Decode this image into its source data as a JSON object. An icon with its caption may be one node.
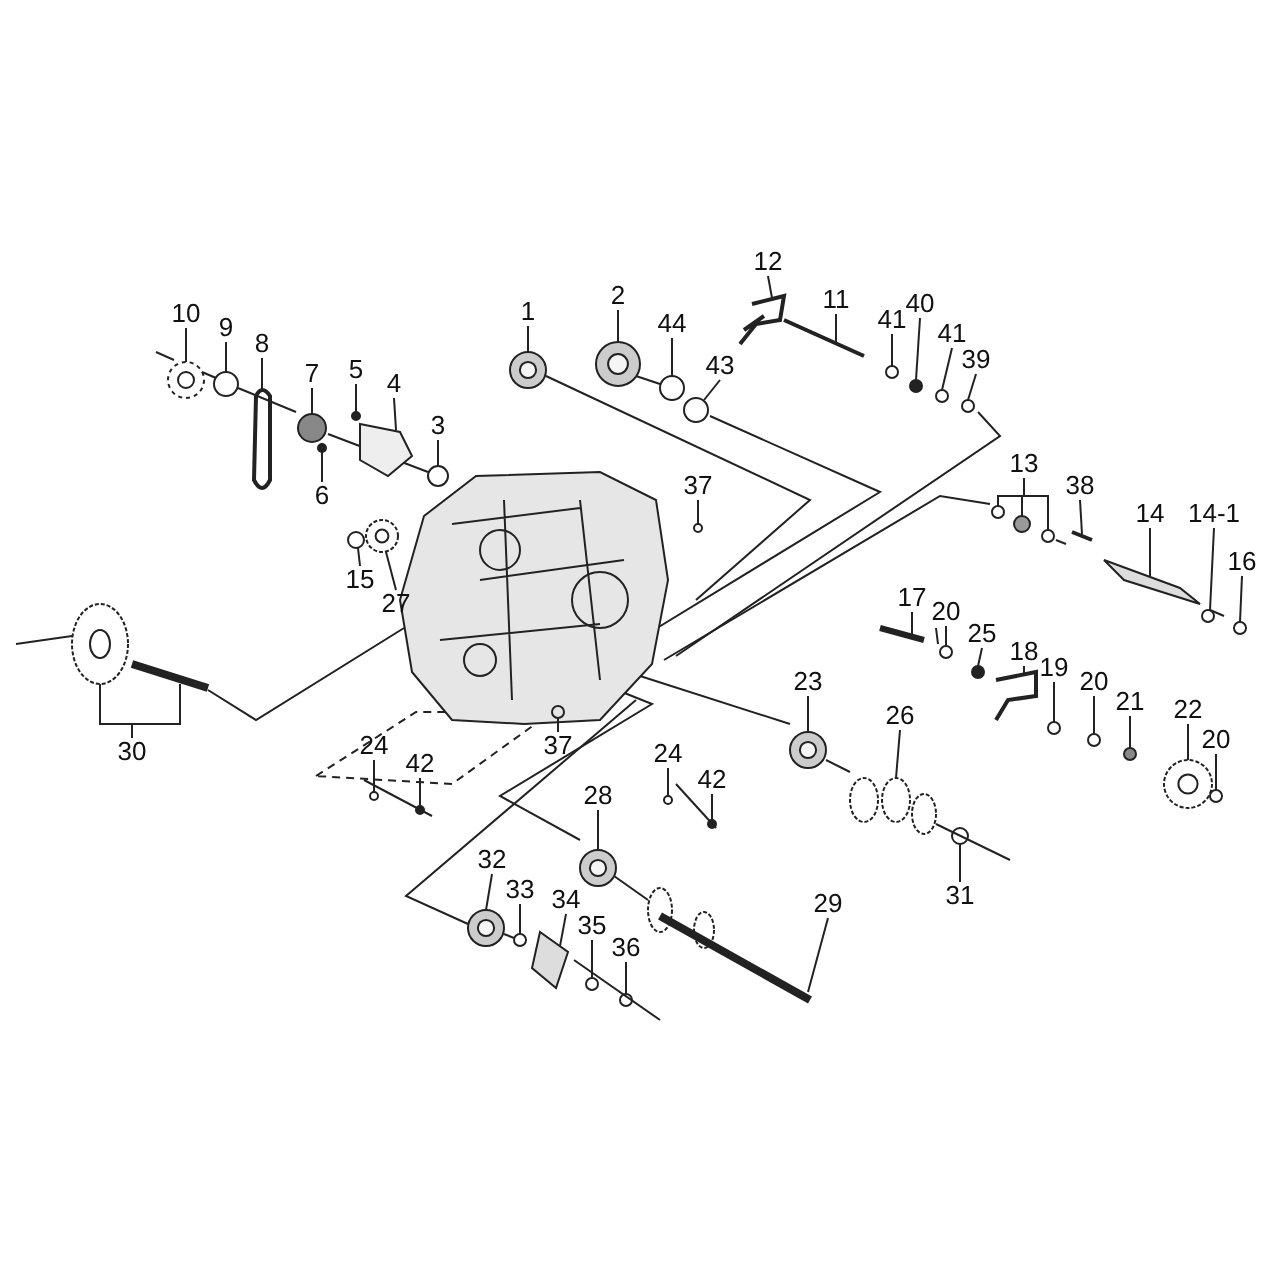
{
  "diagram": {
    "nodes": [
      {
        "text": [
          "10"
        ]
      },
      {
        "text": [
          "9"
        ]
      },
      {
        "text": [
          "8"
        ]
      },
      {
        "text": [
          "7"
        ]
      },
      {
        "text": [
          "5"
        ]
      },
      {
        "text": [
          "4"
        ]
      },
      {
        "text": [
          "6"
        ]
      },
      {
        "text": [
          "3"
        ]
      },
      {
        "text": [
          "1"
        ]
      },
      {
        "text": [
          "2"
        ]
      },
      {
        "text": [
          "44"
        ]
      },
      {
        "text": [
          "43"
        ]
      },
      {
        "text": [
          "12"
        ]
      },
      {
        "text": [
          "11"
        ]
      },
      {
        "text": [
          "41"
        ]
      },
      {
        "text": [
          "40"
        ]
      },
      {
        "text": [
          "41"
        ]
      },
      {
        "text": [
          "39"
        ]
      },
      {
        "text": [
          "37"
        ]
      },
      {
        "text": [
          "13"
        ]
      },
      {
        "text": [
          "38"
        ]
      },
      {
        "text": [
          "14"
        ]
      },
      {
        "text": [
          "14-1"
        ]
      },
      {
        "text": [
          "16"
        ]
      },
      {
        "text": [
          "15"
        ]
      },
      {
        "text": [
          "27"
        ]
      },
      {
        "text": [
          "17"
        ]
      },
      {
        "text": [
          "20"
        ]
      },
      {
        "text": [
          "25"
        ]
      },
      {
        "text": [
          "18"
        ]
      },
      {
        "text": [
          "19"
        ]
      },
      {
        "text": [
          "20"
        ]
      },
      {
        "text": [
          "21"
        ]
      },
      {
        "text": [
          "22"
        ]
      },
      {
        "text": [
          "20"
        ]
      },
      {
        "text": [
          "23"
        ]
      },
      {
        "text": [
          "26"
        ]
      },
      {
        "text": [
          "30"
        ]
      },
      {
        "text": [
          "37"
        ]
      },
      {
        "text": [
          "24"
        ]
      },
      {
        "text": [
          "42"
        ]
      },
      {
        "text": [
          "24"
        ]
      },
      {
        "text": [
          "42"
        ]
      },
      {
        "text": [
          "28"
        ]
      },
      {
        "text": [
          "29"
        ]
      },
      {
        "text": [
          "31"
        ]
      },
      {
        "text": [
          "32"
        ]
      },
      {
        "text": [
          "33"
        ]
      },
      {
        "text": [
          "34"
        ]
      },
      {
        "text": [
          "35"
        ]
      },
      {
        "text": [
          "36"
        ]
      },
      {
        "text": [],
        "shape": "picture"
      },
      {
        "text": [],
        "shape": "circle"
      },
      {
        "text": [],
        "shape": "picture"
      },
      {
        "text": [],
        "shape": "circle"
      },
      {
        "text": [],
        "shape": "circle"
      },
      {
        "text": [],
        "shape": "picture"
      },
      {
        "text": [],
        "shape": "circle"
      },
      {
        "text": [],
        "shape": "circle"
      },
      {
        "text": [],
        "shape": "picture"
      },
      {
        "text": [],
        "shape": "picture"
      },
      {
        "text": [],
        "shape": "circle"
      },
      {
        "text": [],
        "shape": "circle"
      },
      {
        "text": [],
        "shape": "picture"
      },
      {
        "text": [],
        "shape": "picture"
      },
      {
        "text": [],
        "shape": "circle"
      },
      {
        "text": [],
        "shape": "circle"
      },
      {
        "text": [],
        "shape": "circle"
      },
      {
        "text": [],
        "shape": "circle"
      },
      {
        "text": [],
        "shape": "circle"
      },
      {
        "text": [],
        "shape": "circle"
      },
      {
        "text": [],
        "shape": "circle"
      },
      {
        "text": [],
        "shape": "circle"
      },
      {
        "text": [],
        "shape": "picture"
      },
      {
        "text": [],
        "shape": "picture"
      },
      {
        "text": [],
        "shape": "circle"
      },
      {
        "text": [],
        "shape": "circle"
      },
      {
        "text": [],
        "shape": "circle"
      },
      {
        "text": [],
        "shape": "picture"
      },
      {
        "text": [],
        "shape": "picture"
      },
      {
        "text": [],
        "shape": "circle"
      },
      {
        "text": [],
        "shape": "circle"
      },
      {
        "text": [],
        "shape": "picture"
      },
      {
        "text": [],
        "shape": "circle"
      },
      {
        "text": [],
        "shape": "circle"
      },
      {
        "text": [],
        "shape": "circle"
      },
      {
        "text": [],
        "shape": "picture"
      },
      {
        "text": [],
        "shape": "circle"
      },
      {
        "text": [],
        "shape": "picture"
      },
      {
        "text": [],
        "shape": "picture"
      },
      {
        "text": [],
        "shape": "picture"
      },
      {
        "text": [],
        "shape": "picture"
      },
      {
        "text": [],
        "shape": "circle"
      },
      {
        "text": [],
        "shape": "circle"
      },
      {
        "text": [],
        "shape": "circle"
      },
      {
        "text": [],
        "shape": "circle"
      },
      {
        "text": [],
        "shape": "circle"
      },
      {
        "text": [],
        "shape": "picture"
      },
      {
        "text": [],
        "shape": "picture"
      },
      {
        "text": [],
        "shape": "circle"
      },
      {
        "text": [],
        "shape": "picture"
      },
      {
        "text": [],
        "shape": "circle"
      },
      {
        "text": [],
        "shape": "picture"
      },
      {
        "text": [],
        "shape": "circle"
      },
      {
        "text": [],
        "shape": "circle"
      }
    ],
    "edges": [
      {
        "from": 0,
        "to": 51,
        "arrow": "none"
      },
      {
        "from": 1,
        "to": 52,
        "arrow": "none"
      },
      {
        "from": 2,
        "to": 53,
        "arrow": "none"
      },
      {
        "from": 3,
        "to": 54,
        "arrow": "none"
      },
      {
        "from": 4,
        "to": 55,
        "arrow": "none"
      },
      {
        "from": 5,
        "to": 56,
        "arrow": "none"
      },
      {
        "from": 6,
        "to": 57,
        "arrow": "none"
      },
      {
        "from": 7,
        "to": 58,
        "arrow": "none"
      },
      {
        "from": 8,
        "to": 59,
        "arrow": "none"
      },
      {
        "from": 9,
        "to": 60,
        "arrow": "none"
      },
      {
        "from": 10,
        "to": 61,
        "arrow": "none"
      },
      {
        "from": 11,
        "to": 62,
        "arrow": "none"
      },
      {
        "from": 12,
        "to": 63,
        "arrow": "none"
      },
      {
        "from": 13,
        "to": 64,
        "arrow": "none"
      },
      {
        "from": 14,
        "to": 65,
        "arrow": "none"
      },
      {
        "from": 15,
        "to": 66,
        "arrow": "none"
      },
      {
        "from": 16,
        "to": 67,
        "arrow": "none"
      },
      {
        "from": 17,
        "to": 68,
        "arrow": "none"
      },
      {
        "from": 18,
        "to": 69,
        "arrow": "none"
      },
      {
        "from": 19,
        "to": 70,
        "arrow": "none"
      },
      {
        "from": 19,
        "to": 71,
        "arrow": "none"
      },
      {
        "from": 19,
        "to": 72,
        "arrow": "none"
      },
      {
        "from": 20,
        "to": 73,
        "arrow": "none"
      },
      {
        "from": 21,
        "to": 74,
        "arrow": "none"
      },
      {
        "from": 22,
        "to": 75,
        "arrow": "none"
      },
      {
        "from": 23,
        "to": 76,
        "arrow": "none"
      },
      {
        "from": 24,
        "to": 77,
        "arrow": "none"
      },
      {
        "from": 25,
        "to": 78,
        "arrow": "none"
      },
      {
        "from": 26,
        "to": 79,
        "arrow": "none"
      },
      {
        "from": 27,
        "to": 80,
        "arrow": "none"
      },
      {
        "from": 28,
        "to": 81,
        "arrow": "none"
      },
      {
        "from": 29,
        "to": 82,
        "arrow": "none"
      },
      {
        "from": 30,
        "to": 83,
        "arrow": "none"
      },
      {
        "from": 31,
        "to": 84,
        "arrow": "none"
      },
      {
        "from": 32,
        "to": 85,
        "arrow": "none"
      },
      {
        "from": 33,
        "to": 86,
        "arrow": "none"
      },
      {
        "from": 34,
        "to": 87,
        "arrow": "none"
      },
      {
        "from": 35,
        "to": 88,
        "arrow": "none"
      },
      {
        "from": 36,
        "to": 89,
        "arrow": "none"
      },
      {
        "from": 37,
        "to": 90,
        "arrow": "none"
      },
      {
        "from": 37,
        "to": 91,
        "arrow": "none"
      },
      {
        "from": 38,
        "to": 92,
        "arrow": "none"
      },
      {
        "from": 39,
        "to": 93,
        "arrow": "none"
      },
      {
        "from": 40,
        "to": 94,
        "arrow": "none"
      },
      {
        "from": 41,
        "to": 95,
        "arrow": "none"
      },
      {
        "from": 42,
        "to": 96,
        "arrow": "none"
      },
      {
        "from": 43,
        "to": 97,
        "arrow": "none"
      },
      {
        "from": 44,
        "to": 98,
        "arrow": "none"
      },
      {
        "from": 45,
        "to": 99,
        "arrow": "none"
      },
      {
        "from": 46,
        "to": 100,
        "arrow": "none"
      },
      {
        "from": 47,
        "to": 101,
        "arrow": "none"
      },
      {
        "from": 48,
        "to": 102,
        "arrow": "none"
      },
      {
        "from": 49,
        "to": 103,
        "arrow": "none"
      },
      {
        "from": 50,
        "to": 104,
        "arrow": "none"
      }
    ]
  }
}
